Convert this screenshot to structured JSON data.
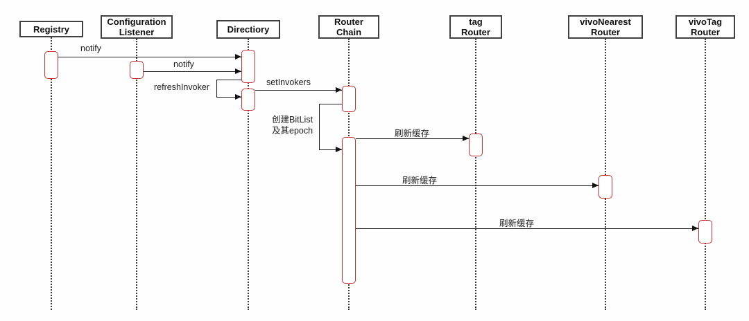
{
  "diagram": {
    "type": "sequence-diagram",
    "actors": [
      {
        "line1": "Registry"
      },
      {
        "line1": "Configuration",
        "line2": "Listener"
      },
      {
        "line1": "Directiory"
      },
      {
        "line1": "Router",
        "line2": "Chain"
      },
      {
        "line1": "tag",
        "line2": "Router"
      },
      {
        "line1": "vivoNearest",
        "line2": "Router"
      },
      {
        "line1": "vivoTag",
        "line2": "Router"
      }
    ],
    "messages": [
      {
        "label": "notify",
        "from": "Registry",
        "to": "Directiory"
      },
      {
        "label": "notify",
        "from": "Configuration Listener",
        "to": "Directiory"
      },
      {
        "label": "refreshInvoker",
        "from": "Directiory",
        "to": "Directiory"
      },
      {
        "label": "setInvokers",
        "from": "Directiory",
        "to": "Router Chain"
      },
      {
        "label_line1": "创建BitList",
        "label_line2": "及其epoch",
        "from": "Router Chain",
        "to": "Router Chain"
      },
      {
        "label": "刷新缓存",
        "from": "Router Chain",
        "to": "tag Router"
      },
      {
        "label": "刷新缓存",
        "from": "Router Chain",
        "to": "vivoNearest Router"
      },
      {
        "label": "刷新缓存",
        "from": "Router Chain",
        "to": "vivoTag Router"
      }
    ],
    "colors": {
      "activation_border": "#c53030",
      "actor_border": "#404040",
      "line": "#1f1f1f",
      "background": "#fefefe"
    }
  }
}
